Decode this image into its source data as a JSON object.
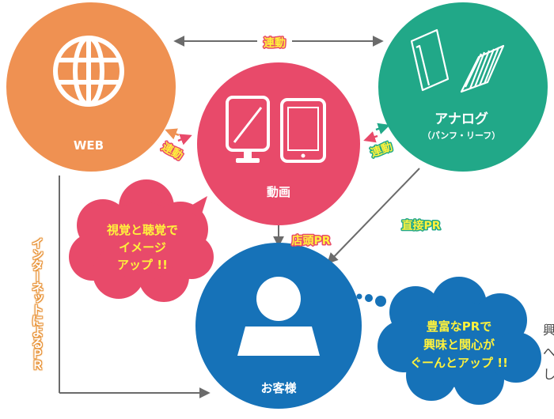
{
  "nodes": {
    "web": {
      "label": "WEB",
      "icon": "globe-icon",
      "color": "#ef9152"
    },
    "video": {
      "label": "動画",
      "icon": "screens-icon",
      "color": "#e84a6a"
    },
    "analog": {
      "label": "アナログ",
      "sub": "（パンフ・リーフ）",
      "icon": "brochure-icon",
      "color": "#21a888"
    },
    "customer": {
      "label": "お客様",
      "icon": "person-icon",
      "color": "#1672b8"
    }
  },
  "edges": {
    "web_analog": "連動",
    "web_video": "連動",
    "video_analog": "連動",
    "video_customer": "店頭PR",
    "analog_customer": "直接PR",
    "web_customer": "インターネットによるＰＲ"
  },
  "bubbles": {
    "left": [
      "視覚と聴覚で",
      "イメージ",
      "アップ !!"
    ],
    "right": [
      "豊富なPRで",
      "興味と関心が",
      "ぐーんとアップ !!"
    ]
  },
  "edge_fragments": [
    "興",
    "へ",
    "し"
  ],
  "colors": {
    "label_yellow": "#fff23c",
    "arrow_gray": "#6b6b6b",
    "text_outline": "#e84a6a"
  }
}
